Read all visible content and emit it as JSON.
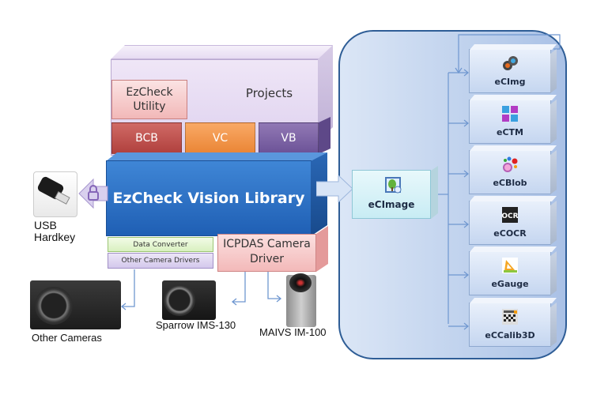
{
  "projects": {
    "label": "Projects"
  },
  "utility": {
    "line1": "EzCheck",
    "line2": "Utility"
  },
  "languages": [
    {
      "label": "BCB",
      "color": "#c0504d"
    },
    {
      "label": "VC",
      "color": "#f79646"
    },
    {
      "label": "VB",
      "color": "#7f63a6"
    }
  ],
  "library": {
    "label": "EzCheck Vision Library"
  },
  "drivers": {
    "data_converter": "Data Converter",
    "other_drivers": "Other Camera Drivers",
    "icpdas_line1": "ICPDAS Camera",
    "icpdas_line2": "Driver"
  },
  "hardkey": {
    "line1": "USB",
    "line2": "Hardkey"
  },
  "cameras": {
    "other": "Other Cameras",
    "sparrow": "Sparrow IMS-130",
    "maivs": "MAIVS IM-100"
  },
  "core": {
    "label": "eCImage"
  },
  "modules": [
    {
      "label": "eCImg",
      "icon": "gears-icon"
    },
    {
      "label": "eCTM",
      "icon": "template-match-icon"
    },
    {
      "label": "eCBlob",
      "icon": "blob-icon"
    },
    {
      "label": "eCOCR",
      "icon": "ocr-icon"
    },
    {
      "label": "eGauge",
      "icon": "gauge-icon"
    },
    {
      "label": "eCCalib3D",
      "icon": "calibration-icon"
    }
  ],
  "colors": {
    "library_blue": "#2a6cc4",
    "container_border": "#2e5d96"
  }
}
